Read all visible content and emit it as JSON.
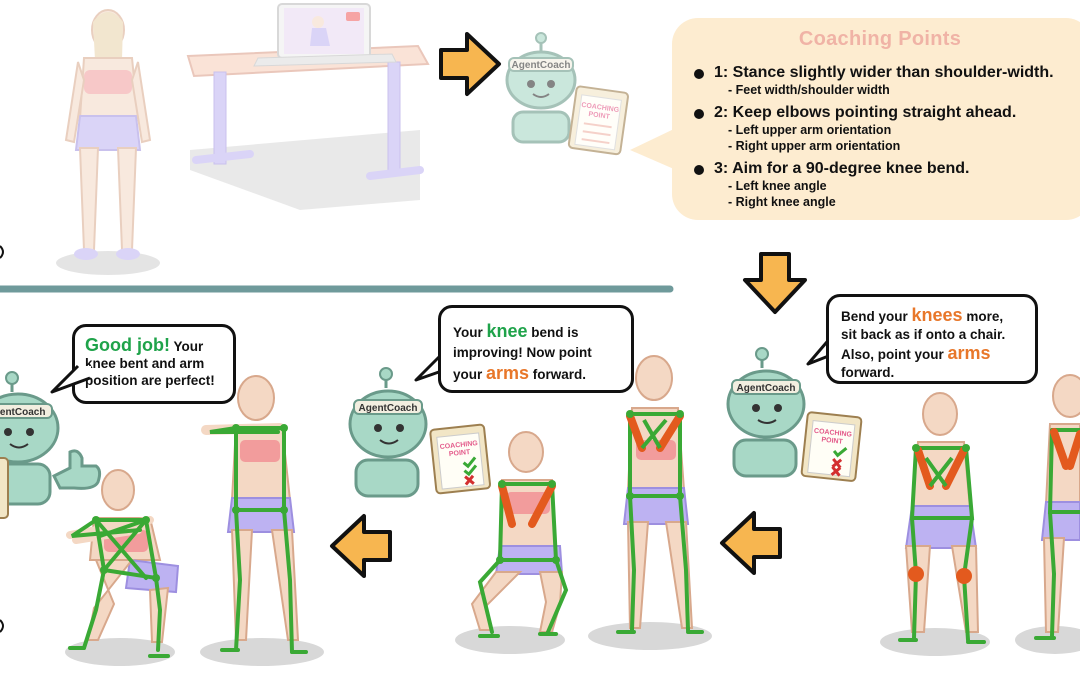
{
  "coaching": {
    "title": "Coaching Points",
    "points": [
      {
        "main": "1: Stance slightly wider than shoulder-width.",
        "subs": [
          "- Feet width/shoulder width"
        ]
      },
      {
        "main": "2: Keep elbows pointing straight ahead.",
        "subs": [
          "- Left upper arm orientation",
          "- Right upper arm orientation"
        ]
      },
      {
        "main": "3: Aim for a 90-degree knee bend.",
        "subs": [
          "- Left knee angle",
          "- Right knee angle"
        ]
      }
    ]
  },
  "robots": {
    "name": "AgentCoach",
    "clipboard": "COACHING POINT"
  },
  "bubbles": {
    "good": {
      "emph": "Good job!",
      "rest1": " Your",
      "rest2": "knee bent and arm",
      "rest3": "position are perfect!"
    },
    "improving": {
      "p1": "Your ",
      "knee": "knee",
      "p2": " bend is",
      "line2": "improving! Now point",
      "p3": "your ",
      "arms": "arms",
      "p4": " forward."
    },
    "bend": {
      "p1": "Bend your ",
      "knees": "knees",
      "p2": " more,",
      "line2": "sit back as if onto a chair.",
      "p3": "Also, point your ",
      "arms": "arms",
      "line4": "forward."
    }
  },
  "colors": {
    "skeleton": "#3aa935",
    "error": "#e35a1e",
    "arrow": "#f7b650",
    "divider": "#6f9a9b",
    "robot": "#a8d8c6",
    "panel": "#fdecd0"
  }
}
